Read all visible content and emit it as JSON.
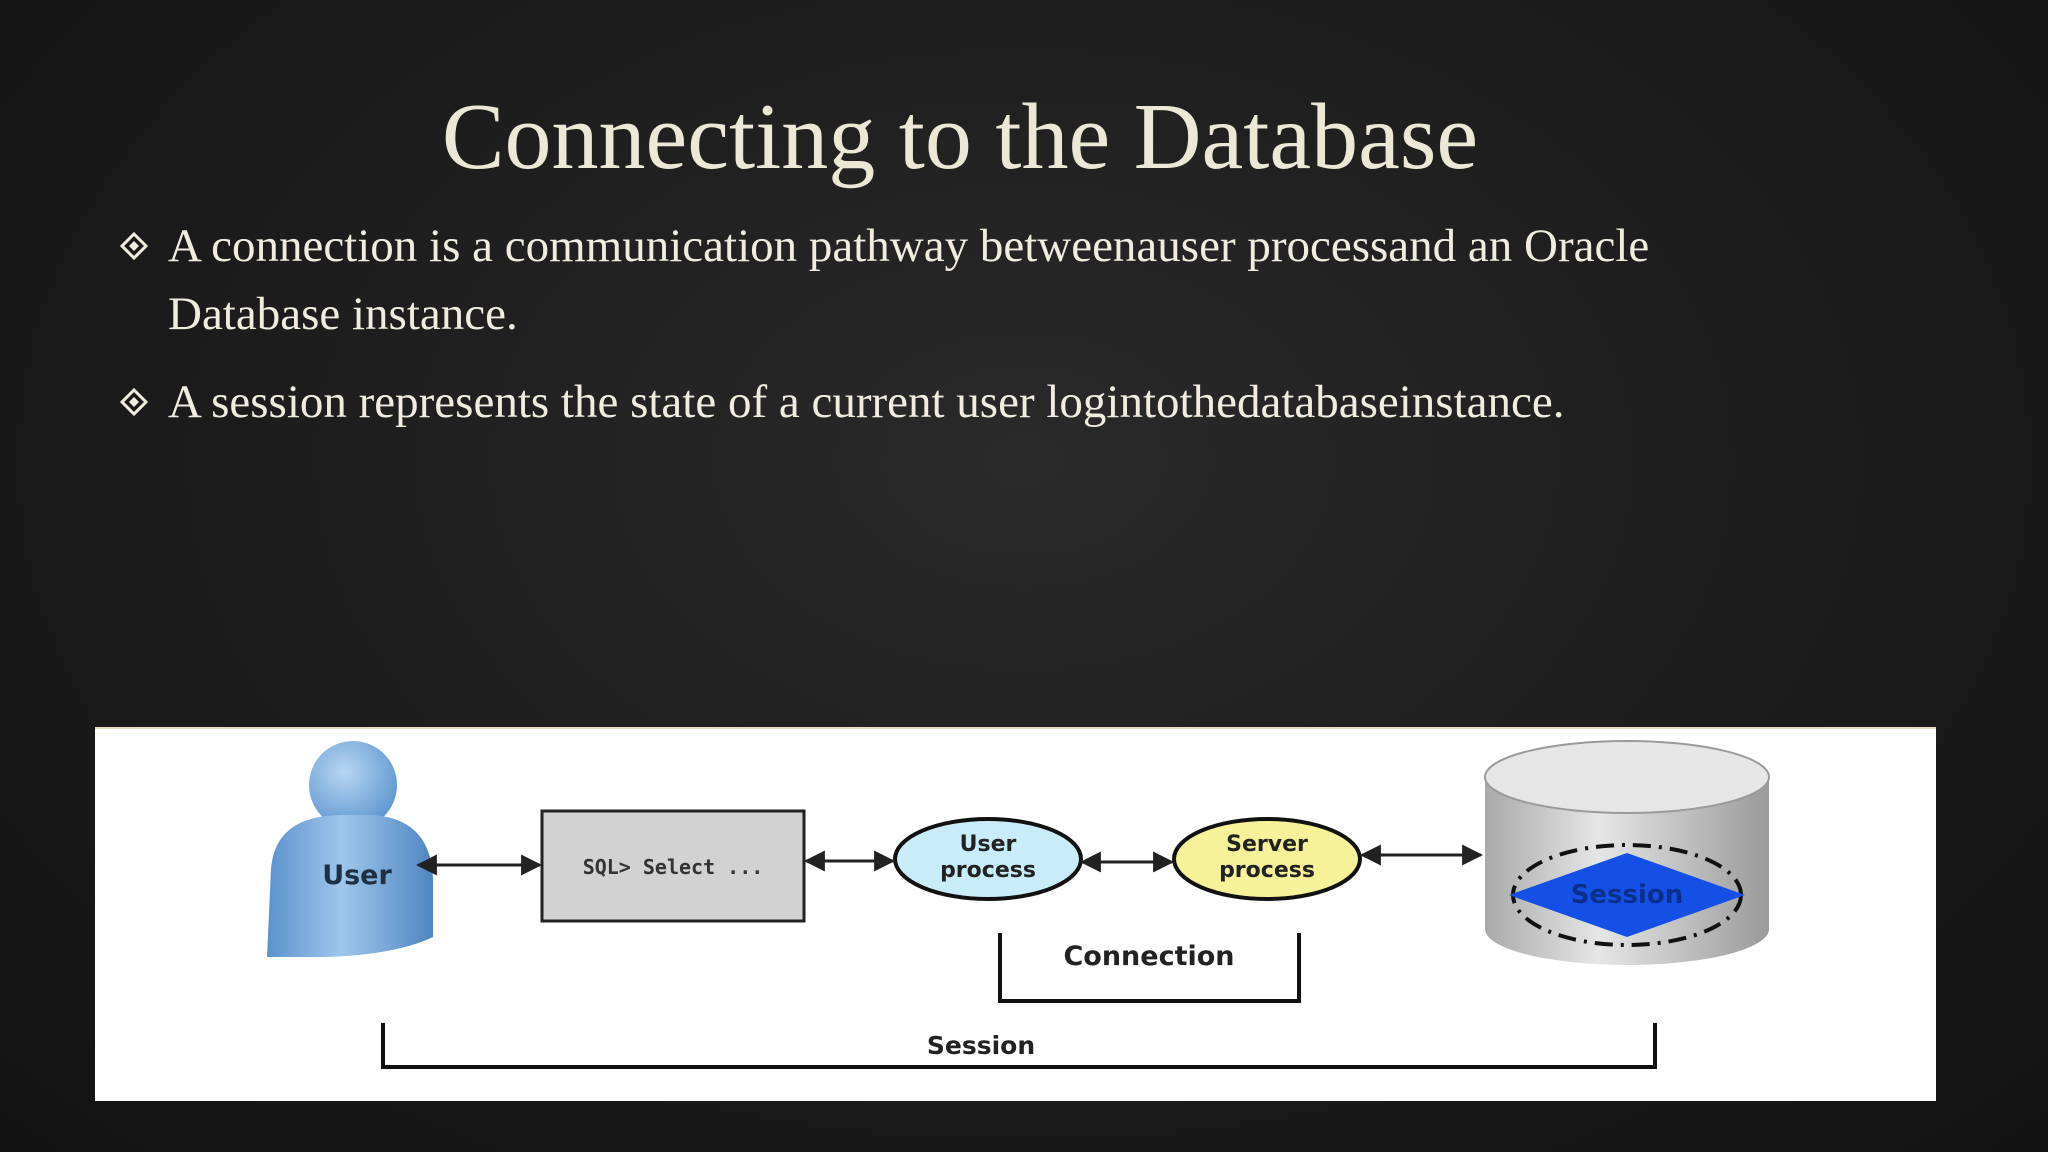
{
  "slide": {
    "title": "Connecting to the Database",
    "bullets": [
      "A connection is a communication pathway betweenauser processand an Oracle Database instance.",
      "A session represents the state of a current user logintothedatabaseinstance."
    ]
  },
  "diagram": {
    "user_label": "User",
    "sql_box_label": "SQL> Select ...",
    "user_process_label": [
      "User",
      "process"
    ],
    "server_process_label": [
      "Server",
      "process"
    ],
    "database_session_label": "Session",
    "connection_label": "Connection",
    "session_label": "Session"
  },
  "colors": {
    "title": "#ece8d6",
    "bullet_text": "#f0ede0",
    "user_figure": "#6fa6dc",
    "sql_box": "#d2d2d2",
    "user_process": "#c8ecf8",
    "server_process": "#f6f29a",
    "database": "#cfcfcf",
    "session_diamond": "#1450e6"
  }
}
